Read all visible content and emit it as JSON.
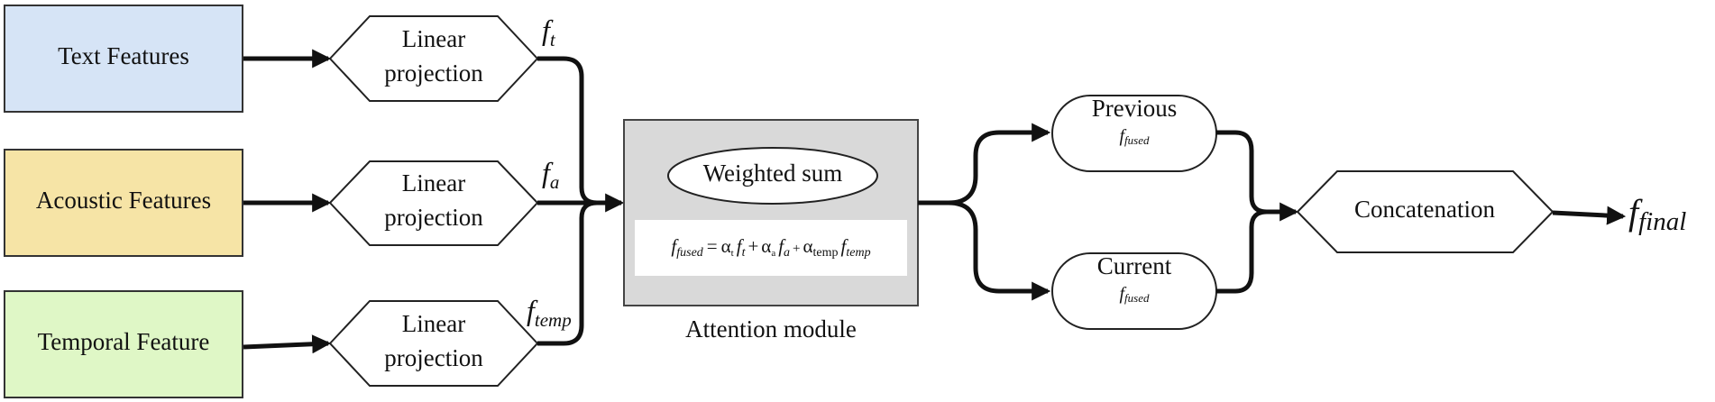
{
  "inputs": [
    {
      "label": "Text Features",
      "color": "#d6e4f6"
    },
    {
      "label": "Acoustic Features",
      "color": "#f6e4a6"
    },
    {
      "label": "Temporal Feature",
      "color": "#dff7c6"
    }
  ],
  "projection": {
    "line1": "Linear",
    "line2": "projection"
  },
  "feature_symbols": [
    {
      "base": "f",
      "sub": "t"
    },
    {
      "base": "f",
      "sub": "a"
    },
    {
      "base": "f",
      "sub": "temp"
    }
  ],
  "attention": {
    "weighted_sum_label": "Weighted sum",
    "caption": "Attention module",
    "fill": "#d9d9d9",
    "formula": {
      "lhs_base": "f",
      "lhs_sub": "fused",
      "equals": "=",
      "alpha_symbol": "α",
      "alpha_t_sub": "t",
      "alpha_a_sub": "a",
      "alpha_temp_sub": "temp",
      "f_t_base": "f",
      "f_t_sub": "t",
      "f_a_base": "f",
      "f_a_sub": "a",
      "f_temp_base": "f",
      "f_temp_sub": "temp",
      "plus": "+"
    }
  },
  "fused_states": {
    "previous": {
      "label": "Previous",
      "sym_base": "f",
      "sym_sub": "fused"
    },
    "current": {
      "label": "Current",
      "sym_base": "f",
      "sym_sub": "fused"
    }
  },
  "concatenation_label": "Concatenation",
  "output": {
    "base": "f",
    "sub": "final"
  }
}
